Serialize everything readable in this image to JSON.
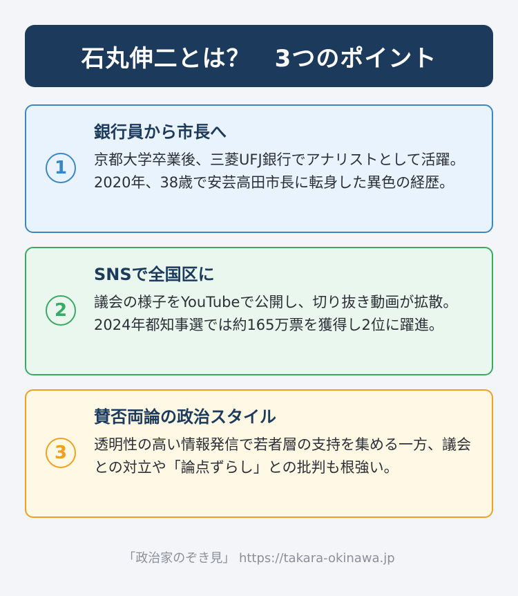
{
  "header": {
    "title": "石丸伸二とは？　3つのポイント"
  },
  "cards": [
    {
      "number": "1",
      "title": "銀行員から市長へ",
      "description": "京都大学卒業後、三菱UFJ銀行でアナリストとして活躍。2020年、38歳で安芸高田市長に転身した異色の経歴。"
    },
    {
      "number": "2",
      "title": "SNSで全国区に",
      "description": "議会の様子をYouTubeで公開し、切り抜き動画が拡散。2024年都知事選では約165万票を獲得し2位に躍進。"
    },
    {
      "number": "3",
      "title": "賛否両論の政治スタイル",
      "description": "透明性の高い情報発信で若者層の支持を集める一方、議会との対立や「論点ずらし」との批判も根強い。"
    }
  ],
  "colors": {
    "card1_border": "#3b86c4",
    "card1_bg": "#e8f3fd",
    "card2_border": "#3aaa63",
    "card2_bg": "#eaf7ee",
    "card3_border": "#f0a020",
    "card3_bg": "#fff8e4"
  },
  "footer": {
    "text": "「政治家のぞき見」 https://takara-okinawa.jp"
  }
}
